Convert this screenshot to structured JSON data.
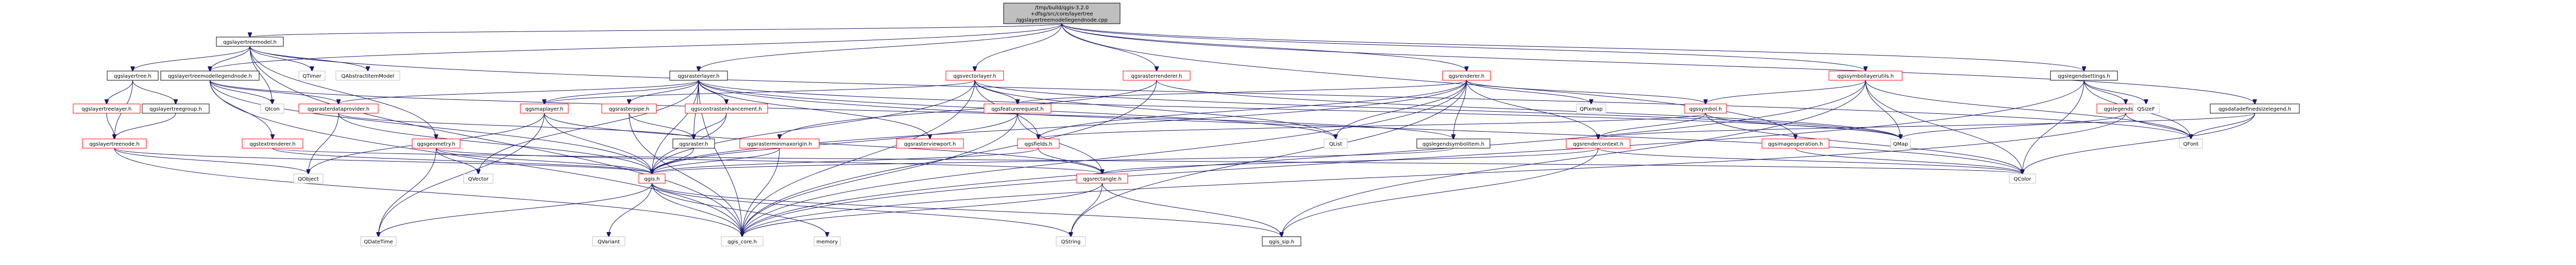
{
  "root": {
    "lines": [
      "/tmp/build/qgis-3.2.0",
      "+dfsg/src/core/layertree",
      "/qgslayertreemodellegendnode.cpp"
    ]
  },
  "nodes": [
    {
      "id": "qgslayertreemodel",
      "label": "qgslayertreemodel.h",
      "style": "plain"
    },
    {
      "id": "qgslayertree",
      "label": "qgslayertree.h",
      "style": "plain"
    },
    {
      "id": "qgslayertreemodellegendnode",
      "label": "qgslayertreemodellegendnode.h",
      "style": "plain"
    },
    {
      "id": "qtimer",
      "label": "QTimer",
      "style": "gray"
    },
    {
      "id": "qabstractitemmodel",
      "label": "QAbstractItemModel",
      "style": "gray"
    },
    {
      "id": "qgsrasterlayer",
      "label": "qgsrasterlayer.h",
      "style": "plain"
    },
    {
      "id": "qgsvectorlayer",
      "label": "qgsvectorlayer.h",
      "style": "redlink"
    },
    {
      "id": "qgsrasterrenderer",
      "label": "qgsrasterrenderer.h",
      "style": "redlink"
    },
    {
      "id": "qgsrenderer",
      "label": "qgsrenderer.h",
      "style": "redlink"
    },
    {
      "id": "qgssymbollayerutils",
      "label": "qgssymbollayerutils.h",
      "style": "redlink"
    },
    {
      "id": "qgslegendsettings",
      "label": "qgslegendsettings.h",
      "style": "plain"
    },
    {
      "id": "qgsdatadefinedsizelegend",
      "label": "qgsdatadefinedsizelegend.h",
      "style": "plain"
    },
    {
      "id": "qgslayertreelayer",
      "label": "qgslayertreelayer.h",
      "style": "redlink"
    },
    {
      "id": "qgslayertreegroup",
      "label": "qgslayertreegroup.h",
      "style": "plain"
    },
    {
      "id": "qgslayertreenode",
      "label": "qgslayertreenode.h",
      "style": "redlink"
    },
    {
      "id": "qicon",
      "label": "QIcon",
      "style": "gray"
    },
    {
      "id": "qgsrasterdataprovider",
      "label": "qgsrasterdataprovider.h",
      "style": "redlink"
    },
    {
      "id": "qgsmaplayer",
      "label": "qgsmaplayer.h",
      "style": "redlink"
    },
    {
      "id": "qgsrasterpipe",
      "label": "qgsrasterpipe.h",
      "style": "redlink"
    },
    {
      "id": "qgscontrastenhancement",
      "label": "qgscontrastenhancement.h",
      "style": "redlink"
    },
    {
      "id": "qgsrasterviewport",
      "label": "qgsrasterviewport.h",
      "style": "redlink"
    },
    {
      "id": "qgsrasterminmaxorigin",
      "label": "qgsrasterminmaxorigin.h",
      "style": "redlink"
    },
    {
      "id": "qgsfeaturerequest",
      "label": "qgsfeaturerequest.h",
      "style": "redlink"
    },
    {
      "id": "qgstextrenderer",
      "label": "qgstextrenderer.h",
      "style": "redlink"
    },
    {
      "id": "qgsgeometry",
      "label": "qgsgeometry.h",
      "style": "redlink"
    },
    {
      "id": "qgsraster",
      "label": "qgsraster.h",
      "style": "plain"
    },
    {
      "id": "qgsfields",
      "label": "qgsfields.h",
      "style": "redlink"
    },
    {
      "id": "qgslegendsymbolitem",
      "label": "qgslegendsymbolitem.h",
      "style": "plain"
    },
    {
      "id": "qgsrendercontext",
      "label": "qgsrendercontext.h",
      "style": "redlink"
    },
    {
      "id": "qgssymbol",
      "label": "qgssymbol.h",
      "style": "redlink"
    },
    {
      "id": "qgslegendstyle",
      "label": "qgslegendstyle.h",
      "style": "redlink"
    },
    {
      "id": "qgsimageoperation",
      "label": "qgsimageoperation.h",
      "style": "redlink"
    },
    {
      "id": "qpixmap",
      "label": "QPixmap",
      "style": "gray"
    },
    {
      "id": "qsizef",
      "label": "QSizeF",
      "style": "gray"
    },
    {
      "id": "qmap",
      "label": "QMap",
      "style": "gray"
    },
    {
      "id": "qfont",
      "label": "QFont",
      "style": "gray"
    },
    {
      "id": "qlist",
      "label": "QList",
      "style": "gray"
    },
    {
      "id": "qvector",
      "label": "QVector",
      "style": "gray"
    },
    {
      "id": "qobject",
      "label": "QObject",
      "style": "gray"
    },
    {
      "id": "qcolor",
      "label": "QColor",
      "style": "gray"
    },
    {
      "id": "qgsrectangle",
      "label": "qgsrectangle.h",
      "style": "redlink"
    },
    {
      "id": "qgis",
      "label": "qgis.h",
      "style": "redlink"
    },
    {
      "id": "qdatetime",
      "label": "QDateTime",
      "style": "gray"
    },
    {
      "id": "qvariant",
      "label": "QVariant",
      "style": "gray"
    },
    {
      "id": "qgis_core",
      "label": "qgis_core.h",
      "style": "gray"
    },
    {
      "id": "memory",
      "label": "memory",
      "style": "gray"
    },
    {
      "id": "qstring",
      "label": "QString",
      "style": "gray"
    },
    {
      "id": "qgis_sip",
      "label": "qgis_sip.h",
      "style": "plain"
    }
  ],
  "colors": {
    "edge": "#191970",
    "root_fill": "#bfbfbf",
    "red_border": "#ff0000",
    "gray_border": "#bfbfbf"
  }
}
